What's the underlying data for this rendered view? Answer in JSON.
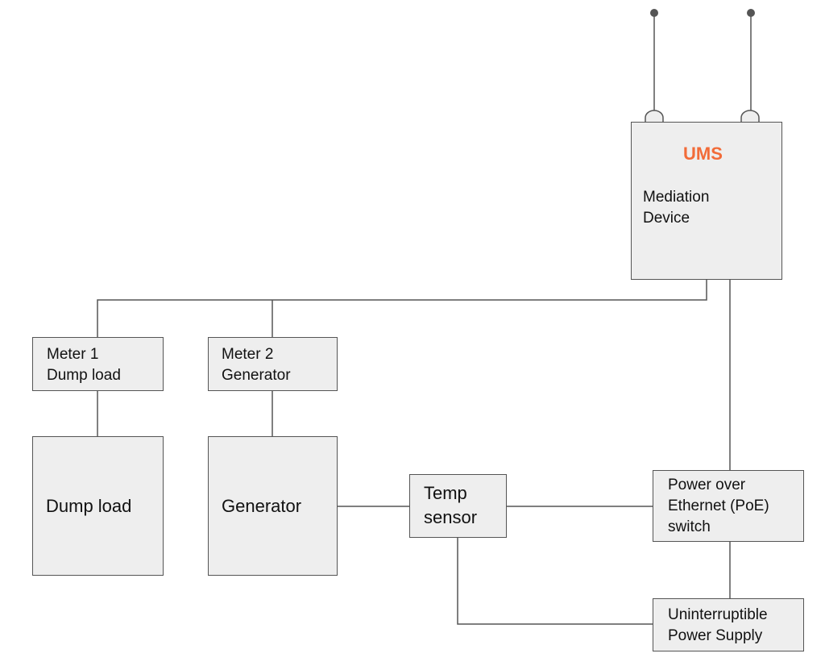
{
  "ums": {
    "title": "UMS",
    "line1": "Mediation",
    "line2": "Device"
  },
  "meter1": {
    "line1": "Meter 1",
    "line2": "Dump load"
  },
  "meter2": {
    "line1": "Meter 2",
    "line2": "Generator"
  },
  "dump_load": {
    "label": "Dump load"
  },
  "generator": {
    "label": "Generator"
  },
  "temp_sensor": {
    "line1": "Temp",
    "line2": "sensor"
  },
  "poe_switch": {
    "line1": "Power over",
    "line2": "Ethernet (PoE)",
    "line3": "switch"
  },
  "ups": {
    "line1": "Uninterruptible",
    "line2": "Power Supply"
  },
  "colors": {
    "accent": "#f26b38",
    "box_fill": "#eeeeee",
    "line": "#555555"
  }
}
